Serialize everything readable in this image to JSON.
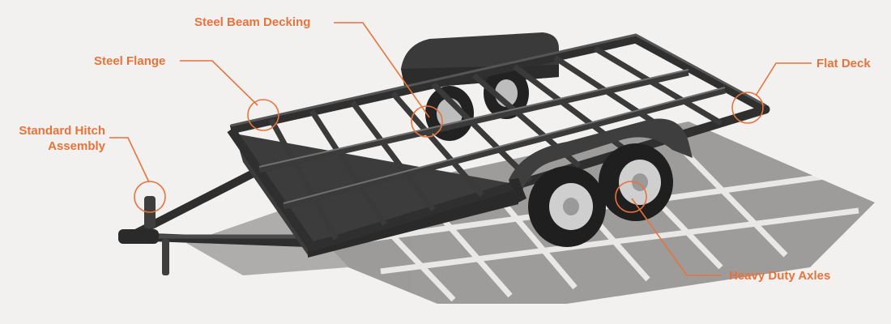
{
  "colors": {
    "accent": "#e8733a",
    "background": "#f2f1ef",
    "frame": "#3a3a3a",
    "shadow": "#8e8d8b",
    "tire": "#1f1f1f",
    "wheel": "#cfcfcf"
  },
  "callouts": {
    "steel_beam_decking": "Steel Beam Decking",
    "steel_flange": "Steel Flange",
    "flat_deck": "Flat Deck",
    "standard_hitch_line1": "Standard Hitch",
    "standard_hitch_line2": "Assembly",
    "heavy_duty_axles": "Heavy Duty Axles"
  }
}
